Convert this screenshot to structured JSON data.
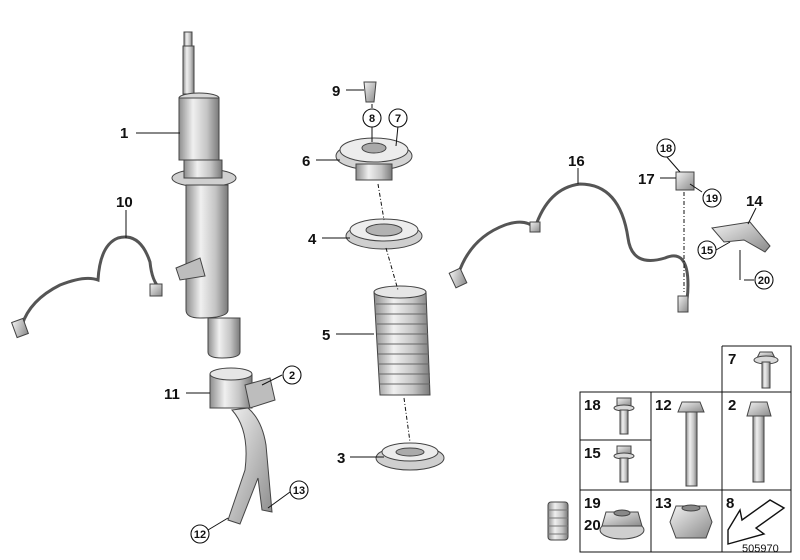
{
  "diagram_number": "505970",
  "labels": {
    "strut": "1",
    "bolt_2": "2",
    "spring_seat_lower": "3",
    "bearing_4": "4",
    "dust_boot": "5",
    "top_mount": "6",
    "nut_7": "7",
    "item_8": "8",
    "bump_stop": "9",
    "sensor_left": "10",
    "fork": "11",
    "item_12": "12",
    "item_13": "13",
    "bracket": "14",
    "item_15": "15",
    "sensor_right": "16",
    "sensor_head": "17",
    "item_18": "18",
    "item_19": "19",
    "item_20": "20"
  },
  "table": {
    "cell_7": "7",
    "cell_18": "18",
    "cell_12": "12",
    "cell_2": "2",
    "cell_15": "15",
    "cell_19": "19",
    "cell_20": "20",
    "cell_13": "13",
    "cell_8": "8"
  },
  "colors": {
    "part_fill": "#dcdcdc",
    "part_shade": "#9a9a9a",
    "outline": "#222222"
  }
}
